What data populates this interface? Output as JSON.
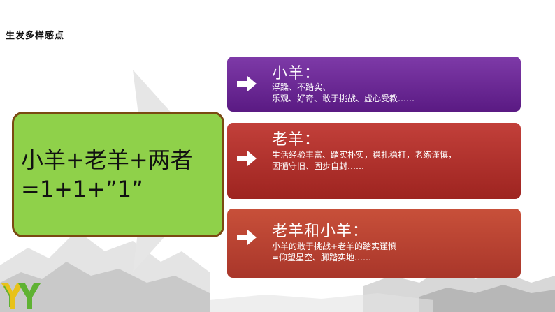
{
  "heading": "生发多样感点",
  "equation": {
    "line1": "小羊+老羊+两者",
    "line2": "=1+1+”1”"
  },
  "cards": [
    {
      "title": "小羊：",
      "lines": [
        "浮躁、不踏实、",
        "乐观、好奇、敢于挑战、虚心受教……"
      ]
    },
    {
      "title": "老羊：",
      "lines": [
        "生活经验丰富、踏实朴实，稳扎稳打，老练谨慎，",
        "因循守旧、固步自封……"
      ]
    },
    {
      "title": "老羊和小羊：",
      "lines": [
        "小羊的敢于挑战+老羊的踏实谨慎",
        "=仰望星空、脚踏实地……"
      ]
    }
  ],
  "colors": {
    "card_purple": "#6a2394",
    "card_red": "#b02f2a",
    "card_brick": "#b9432f",
    "box_green": "#8fd14a",
    "box_border": "#7a4a12",
    "logo_green": "#5fb233",
    "logo_yellow": "#e8c21a"
  }
}
